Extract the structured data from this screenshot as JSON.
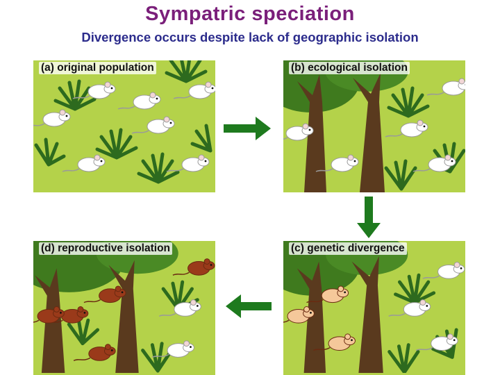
{
  "header": {
    "title": "Sympatric speciation",
    "subtitle": "Divergence occurs despite lack of geographic isolation"
  },
  "panels": {
    "a": {
      "label": "(a) original population"
    },
    "b": {
      "label": "(b) ecological isolation"
    },
    "c": {
      "label": "(c) genetic divergence"
    },
    "d": {
      "label": "(d) reproductive isolation"
    }
  },
  "colors": {
    "title": "#7a1f7a",
    "subtitle": "#2c2c8c",
    "ground": "#b4d24a",
    "arrow": "#1e7a1e",
    "white_mouse": "#ffffff",
    "tan_mouse": "#f5c89a",
    "brown_mouse": "#9a3a1a"
  }
}
